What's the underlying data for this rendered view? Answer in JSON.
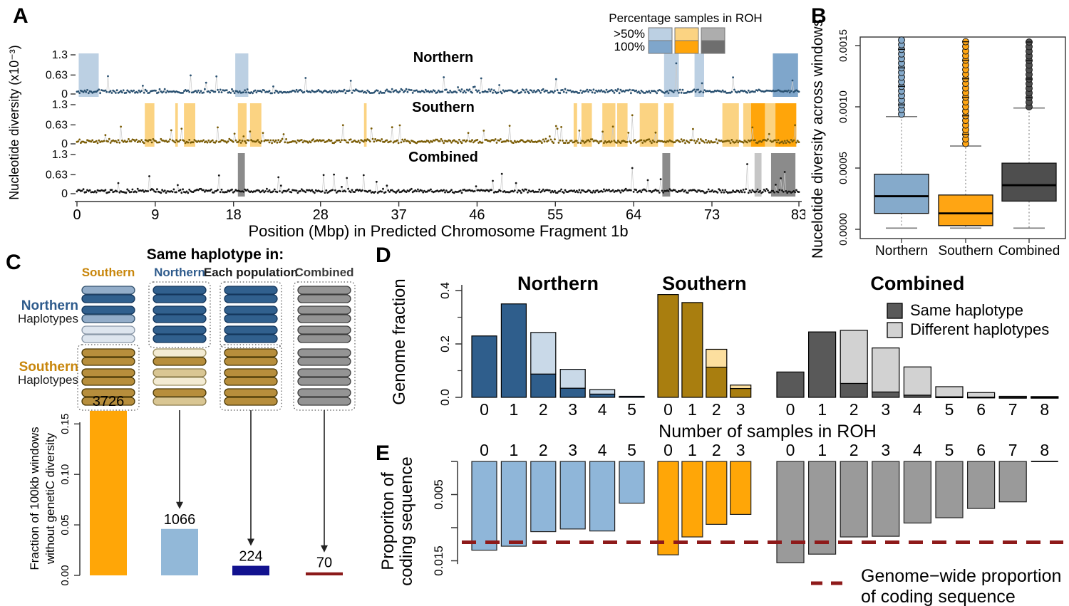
{
  "figure": {
    "panel_labels": [
      "A",
      "B",
      "C",
      "D",
      "E"
    ]
  },
  "chart_data": [
    {
      "id": "A",
      "type": "scatter",
      "panel_label": "A",
      "ylabel": "Nucleotide diversity (x10⁻³)",
      "xlabel": "Position (Mbp) in Predicted Chromosome Fragment 1b",
      "x_ticks": [
        0,
        9,
        18,
        28,
        37,
        46,
        55,
        64,
        73,
        83
      ],
      "x_range": [
        0,
        83
      ],
      "track_y_tick_labels": [
        "1.3",
        "0.63",
        "0"
      ],
      "track_y_tick_values": [
        1.3,
        0.63,
        0
      ],
      "legend": {
        "title": "Percentage samples in ROH",
        "row_labels": [
          ">50%",
          "100%"
        ],
        "swatch_colors": [
          [
            "#BCD0E3",
            "#FBD382",
            "#ADADAD"
          ],
          [
            "#7FA6CB",
            "#FFA50A",
            "#6E6E6E"
          ]
        ]
      },
      "tracks": [
        {
          "name": "Northern",
          "point_color": "#2B5272",
          "band_color_50": "#BCD0E3",
          "band_color_100": "#7FA6CB",
          "seed": 11,
          "spike_prob": 0.02,
          "peaks": [
            [
              46.5,
              0.52
            ],
            [
              68.9,
              1.02
            ],
            [
              75.5,
              0.55
            ],
            [
              82.3,
              0.45
            ]
          ],
          "roh_regions": [
            [
              0.2,
              2.5,
              50
            ],
            [
              18.2,
              19.7,
              50
            ],
            [
              67.5,
              69.2,
              50
            ],
            [
              71.0,
              72.1,
              50
            ],
            [
              80.0,
              82.9,
              100
            ]
          ]
        },
        {
          "name": "Southern",
          "point_color": "#7A5C05",
          "band_color_50": "#FBD382",
          "band_color_100": "#FFA50A",
          "seed": 23,
          "spike_prob": 0.03,
          "peaks": [
            [
              12.1,
              0.5
            ],
            [
              30.6,
              0.62
            ],
            [
              36.2,
              0.55
            ],
            [
              49.7,
              0.6
            ],
            [
              55.2,
              0.5
            ],
            [
              63.9,
              0.95
            ],
            [
              82.6,
              0.62
            ]
          ],
          "roh_regions": [
            [
              7.8,
              8.9,
              50
            ],
            [
              11.3,
              11.6,
              50
            ],
            [
              12.3,
              13.6,
              50
            ],
            [
              18.5,
              19.5,
              50
            ],
            [
              19.9,
              21.2,
              50
            ],
            [
              33.0,
              33.3,
              50
            ],
            [
              57.1,
              57.5,
              50
            ],
            [
              58.0,
              59.2,
              50
            ],
            [
              60.4,
              61.9,
              50
            ],
            [
              62.1,
              63.3,
              50
            ],
            [
              64.7,
              66.8,
              50
            ],
            [
              67.5,
              68.6,
              50
            ],
            [
              74.2,
              76.1,
              50
            ],
            [
              76.6,
              77.5,
              50
            ],
            [
              77.5,
              79.1,
              100
            ],
            [
              79.1,
              80.3,
              50
            ],
            [
              80.3,
              82.7,
              100
            ]
          ]
        },
        {
          "name": "Combined",
          "point_color": "#161616",
          "band_color_50": "#C6C6C6",
          "band_color_100": "#8B8B8B",
          "seed": 37,
          "spike_prob": 0.022,
          "peaks": [
            [
              8.3,
              0.58
            ],
            [
              28.3,
              0.62
            ],
            [
              48.9,
              0.66
            ],
            [
              63.9,
              0.85
            ],
            [
              77.0,
              0.98
            ],
            [
              81.3,
              0.72
            ]
          ],
          "roh_regions": [
            [
              18.5,
              19.3,
              100
            ],
            [
              67.3,
              68.2,
              100
            ],
            [
              77.9,
              78.7,
              50
            ],
            [
              79.8,
              82.6,
              100
            ]
          ]
        }
      ]
    },
    {
      "id": "B",
      "type": "box",
      "panel_label": "B",
      "ylabel": "Nucelotide diversity across windows",
      "y_ticks": [
        0,
        0.0005,
        0.001,
        0.0015
      ],
      "y_tick_labels": [
        "0.0000",
        "0.0005",
        "0.0010",
        "0.0015"
      ],
      "groups": [
        {
          "name": "Northern",
          "color": "#85AACB",
          "q1": 0.00013,
          "median": 0.00027,
          "q3": 0.00045,
          "whisker_low": 1e-05,
          "whisker_high": 0.00092,
          "outliers_from": 0.00094,
          "outliers_to": 0.00155
        },
        {
          "name": "Southern",
          "color": "#FFA513",
          "q1": 3e-05,
          "median": 0.00013,
          "q3": 0.00028,
          "whisker_low": 1e-05,
          "whisker_high": 0.00068,
          "outliers_from": 0.0007,
          "outliers_to": 0.00155
        },
        {
          "name": "Combined",
          "color": "#4E4E4E",
          "q1": 0.00023,
          "median": 0.00036,
          "q3": 0.00054,
          "whisker_low": 1e-05,
          "whisker_high": 0.00099,
          "outliers_from": 0.001,
          "outliers_to": 0.00155
        }
      ]
    },
    {
      "id": "C",
      "type": "bar",
      "panel_label": "C",
      "header": "Same haplotype in:",
      "column_headers": [
        {
          "label": "Southern",
          "color": "#C8860B"
        },
        {
          "label": "Northern",
          "color": "#2E5B8C"
        },
        {
          "label": "Each population",
          "color": "#1a1a1a"
        },
        {
          "label": "Combined",
          "color": "#3a3a3a"
        }
      ],
      "row_labels": [
        {
          "label": "Northern",
          "color": "#2E5B8C",
          "bold": true
        },
        {
          "label": "Haplotypes",
          "color": "#1a1a1a",
          "bold": false
        },
        {
          "label": "Southern",
          "color": "#C8860B",
          "bold": true
        },
        {
          "label": "Haplotypes",
          "color": "#1a1a1a",
          "bold": false
        }
      ],
      "pill_colors": {
        "DB": "#31608E",
        "MB": "#93ADC9",
        "PB": "#DDE5EE",
        "GD": "#B78E3C",
        "CR": "#F3EBD3",
        "TN": "#D9C693",
        "GY": "#949494"
      },
      "pill_strokes": {
        "DB": "#14365C",
        "MB": "#34536F",
        "PB": "#8A98A8",
        "GD": "#4A3805",
        "CR": "#9C8F60",
        "TN": "#8A7A4A",
        "GY": "#3D3D3D"
      },
      "columns": [
        {
          "north": [
            [
              "MB",
              "DB"
            ],
            [
              "DB",
              "MB"
            ],
            [
              "PB",
              "PB"
            ]
          ],
          "south": [
            [
              "GD",
              "GD"
            ],
            [
              "GD",
              "GD"
            ],
            [
              "GD",
              "GD"
            ]
          ],
          "boxes": [
            "south"
          ]
        },
        {
          "north": [
            [
              "DB",
              "DB"
            ],
            [
              "DB",
              "DB"
            ],
            [
              "DB",
              "DB"
            ]
          ],
          "south": [
            [
              "CR",
              "GD"
            ],
            [
              "TN",
              "CR"
            ],
            [
              "GD",
              "TN"
            ]
          ],
          "boxes": [
            "north"
          ]
        },
        {
          "north": [
            [
              "DB",
              "DB"
            ],
            [
              "DB",
              "DB"
            ],
            [
              "DB",
              "DB"
            ]
          ],
          "south": [
            [
              "GD",
              "GD"
            ],
            [
              "GD",
              "GD"
            ],
            [
              "GD",
              "GD"
            ]
          ],
          "boxes": [
            "north",
            "south"
          ]
        },
        {
          "north": [
            [
              "GY",
              "GY"
            ],
            [
              "GY",
              "GY"
            ],
            [
              "GY",
              "GY"
            ]
          ],
          "south": [
            [
              "GY",
              "GY"
            ],
            [
              "GY",
              "GY"
            ],
            [
              "GY",
              "GY"
            ]
          ],
          "boxes": [
            "all"
          ]
        }
      ],
      "bar_counts": [
        "3726",
        "1066",
        "224",
        "70"
      ],
      "bar_values": [
        0.163,
        0.046,
        0.0095,
        0.003
      ],
      "bar_colors": [
        "#FFA607",
        "#92B8D8",
        "#12128F",
        "#8B1A1A"
      ],
      "arrows_from_columns": [
        1,
        2,
        3
      ],
      "ylabel_lines": [
        "Fraction of 100kb windows",
        "without genetiC diversity"
      ],
      "y_ticks": [
        0,
        0.05,
        0.1,
        0.15
      ],
      "y_tick_labels": [
        "0.00",
        "0.05",
        "0.10",
        "0.15"
      ]
    },
    {
      "id": "D",
      "type": "bar-stacked",
      "panel_label": "D",
      "ylabel": "Genome fraction",
      "y_ticks": [
        0,
        0.2,
        0.4
      ],
      "y_tick_labels": [
        "0.0",
        "0.2",
        "0.4"
      ],
      "y_minor_ticks": [
        0.1,
        0.3
      ],
      "xlabel": "Number of samples in ROH",
      "legend": [
        {
          "label": "Same haplotype",
          "color": "#595959"
        },
        {
          "label": "Different haplotypes",
          "color": "#D2D2D2"
        }
      ],
      "groups": [
        {
          "name": "Northern",
          "dark_color": "#2F5E8C",
          "light_color": "#C9D9E8",
          "x": [
            "0",
            "1",
            "2",
            "3",
            "4",
            "5"
          ],
          "same": [
            0.23,
            0.35,
            0.087,
            0.034,
            0.012,
            0.004
          ],
          "different": [
            0,
            0,
            0.156,
            0.071,
            0.017,
            0
          ]
        },
        {
          "name": "Southern",
          "dark_color": "#A97E0F",
          "light_color": "#FCDF9F",
          "x": [
            "0",
            "1",
            "2",
            "3"
          ],
          "same": [
            0.385,
            0.355,
            0.113,
            0.033
          ],
          "different": [
            0,
            0,
            0.067,
            0.013
          ]
        },
        {
          "name": "Combined",
          "dark_color": "#595959",
          "light_color": "#D2D2D2",
          "x": [
            "0",
            "1",
            "2",
            "3",
            "4",
            "5",
            "6",
            "7",
            "8"
          ],
          "same": [
            0.095,
            0.245,
            0.052,
            0.02,
            0.008,
            0.002,
            0.001,
            0,
            0
          ],
          "different": [
            0,
            0,
            0.199,
            0.165,
            0.106,
            0.038,
            0.017,
            0.004,
            0.003
          ]
        }
      ]
    },
    {
      "id": "E",
      "type": "bar",
      "panel_label": "E",
      "ylabel_lines": [
        "Proporiton of",
        "coding sequence"
      ],
      "y_ticks": [
        0,
        0.005,
        0.01,
        0.015
      ],
      "y_tick_labels": [
        "",
        "0.005",
        "",
        "0.015"
      ],
      "reference_value": 0.0122,
      "reference_color": "#8E1A1A",
      "reference_label_lines": [
        "Genome−wide proportion",
        "of coding sequence"
      ],
      "groups": [
        {
          "name": "Northern",
          "color": "#8FB6D9",
          "x": [
            "0",
            "1",
            "2",
            "3",
            "4",
            "5"
          ],
          "values": [
            0.0134,
            0.0128,
            0.0106,
            0.0102,
            0.0105,
            0.0063
          ]
        },
        {
          "name": "Southern",
          "color": "#FFA607",
          "x": [
            "0",
            "1",
            "2",
            "3"
          ],
          "values": [
            0.0141,
            0.0114,
            0.0095,
            0.008
          ]
        },
        {
          "name": "Combined",
          "color": "#9A9A9A",
          "x": [
            "0",
            "1",
            "2",
            "3",
            "4",
            "5",
            "6",
            "7",
            "8"
          ],
          "values": [
            0.0153,
            0.014,
            0.0114,
            0.0113,
            0.0093,
            0.0085,
            0.0071,
            0.0061,
            0
          ]
        }
      ]
    }
  ]
}
